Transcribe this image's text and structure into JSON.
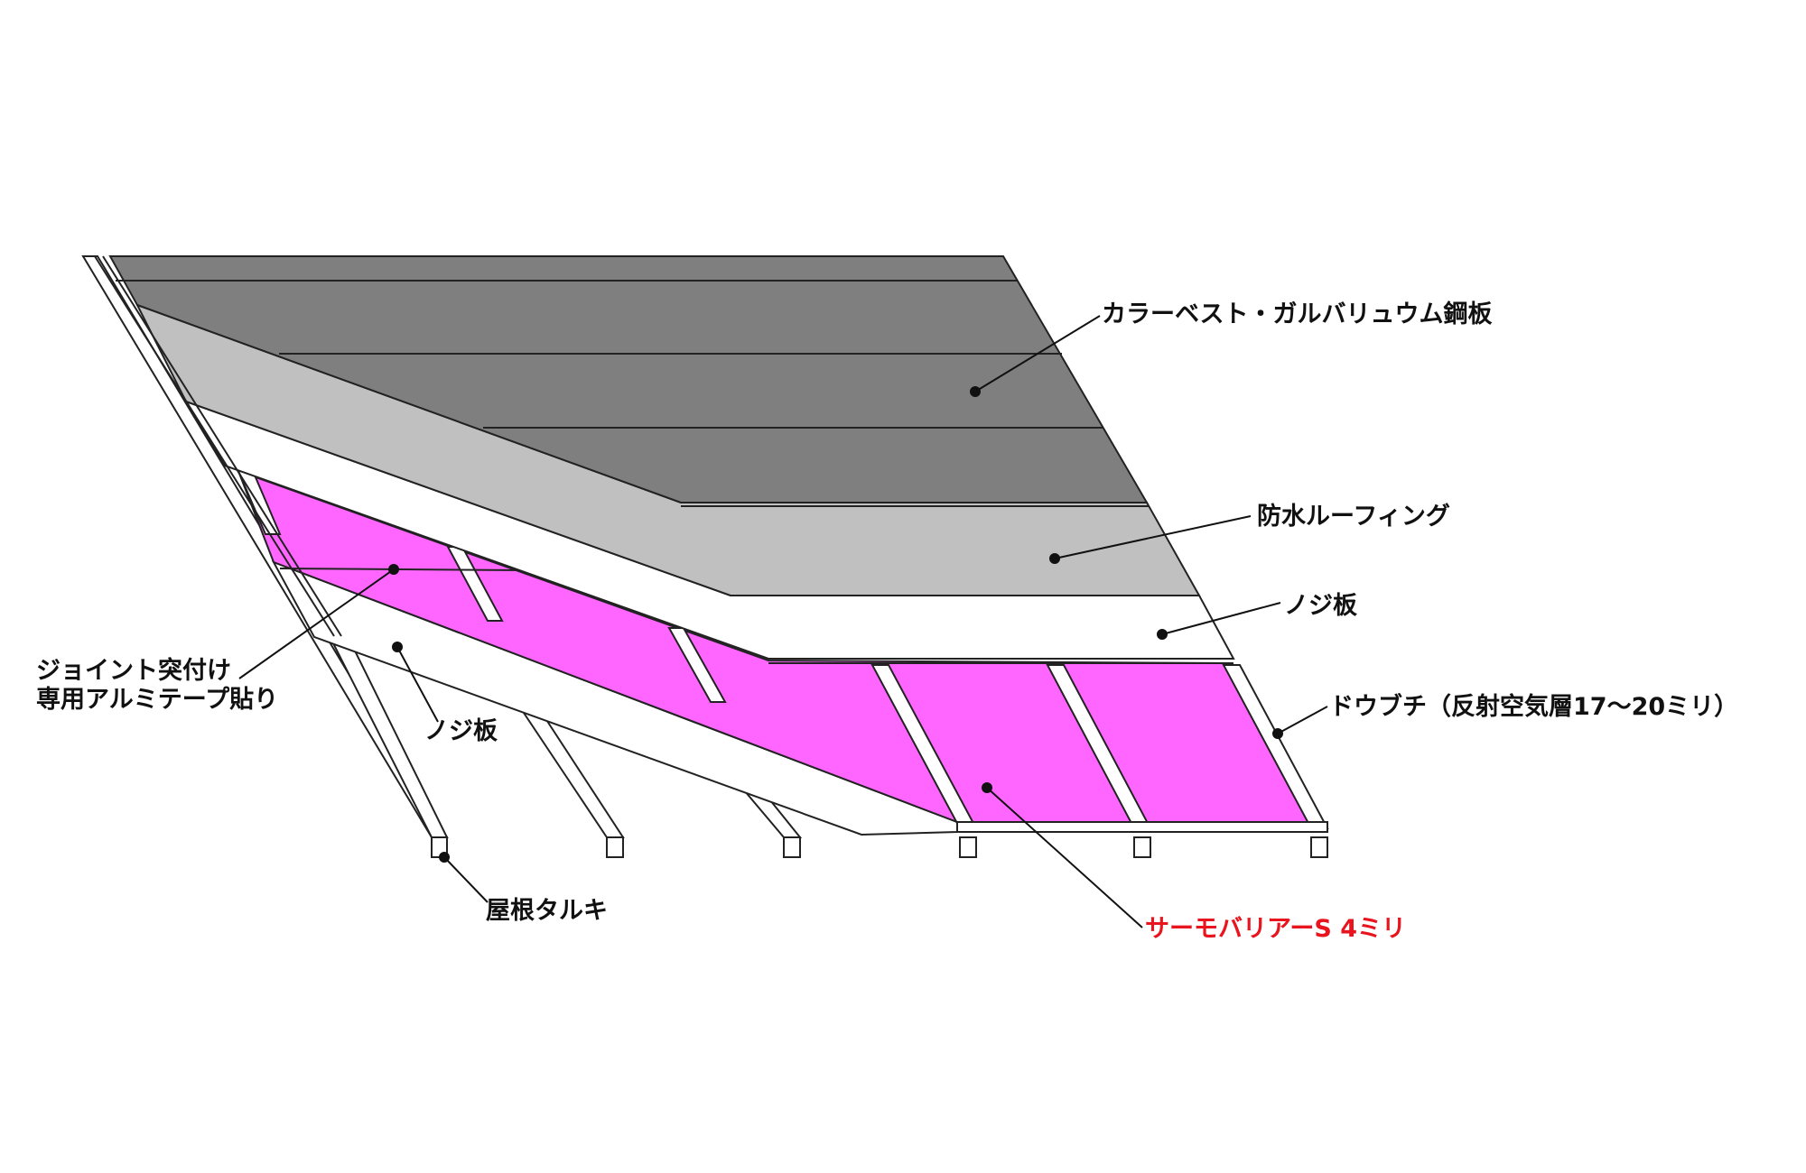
{
  "labels": {
    "roof_finish": "カラーベスト・ガルバリュウム鋼板",
    "roofing": "防水ルーフィング",
    "sheathing_upper": "ノジ板",
    "furring": "ドウブチ（反射空気層17～20ミリ）",
    "joint_tape_line1": "ジョイント突付け",
    "joint_tape_line2": "専用アルミテープ貼り",
    "sheathing_lower": "ノジ板",
    "rafter": "屋根タルキ",
    "product": "サーモバリアーS 4ミリ"
  },
  "colors": {
    "roof_finish": "#7f7f7f",
    "roofing": "#c0c0c0",
    "sheathing": "#ffffff",
    "insulation": "#ff66ff",
    "product_label": "#e8141e"
  }
}
